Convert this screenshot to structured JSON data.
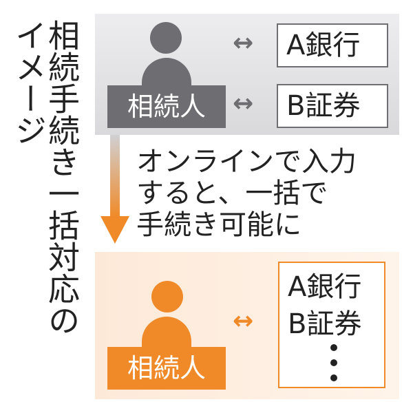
{
  "title": {
    "line1": "相続手続き一括対応の",
    "line2": "イメージ"
  },
  "before": {
    "person_label": "相続人",
    "institutions": [
      "A銀行",
      "B証券"
    ],
    "connector": "↔",
    "color": "#6d6d72"
  },
  "transition": {
    "caption_lines": [
      "オンラインで入力",
      "すると、一括で",
      "手続き可能に"
    ],
    "arrow_color": "#f08a28"
  },
  "after": {
    "person_label": "相続人",
    "institutions": [
      "A銀行",
      "B証券"
    ],
    "ellipsis": "⋮",
    "connector": "↔",
    "color": "#f08a28"
  }
}
